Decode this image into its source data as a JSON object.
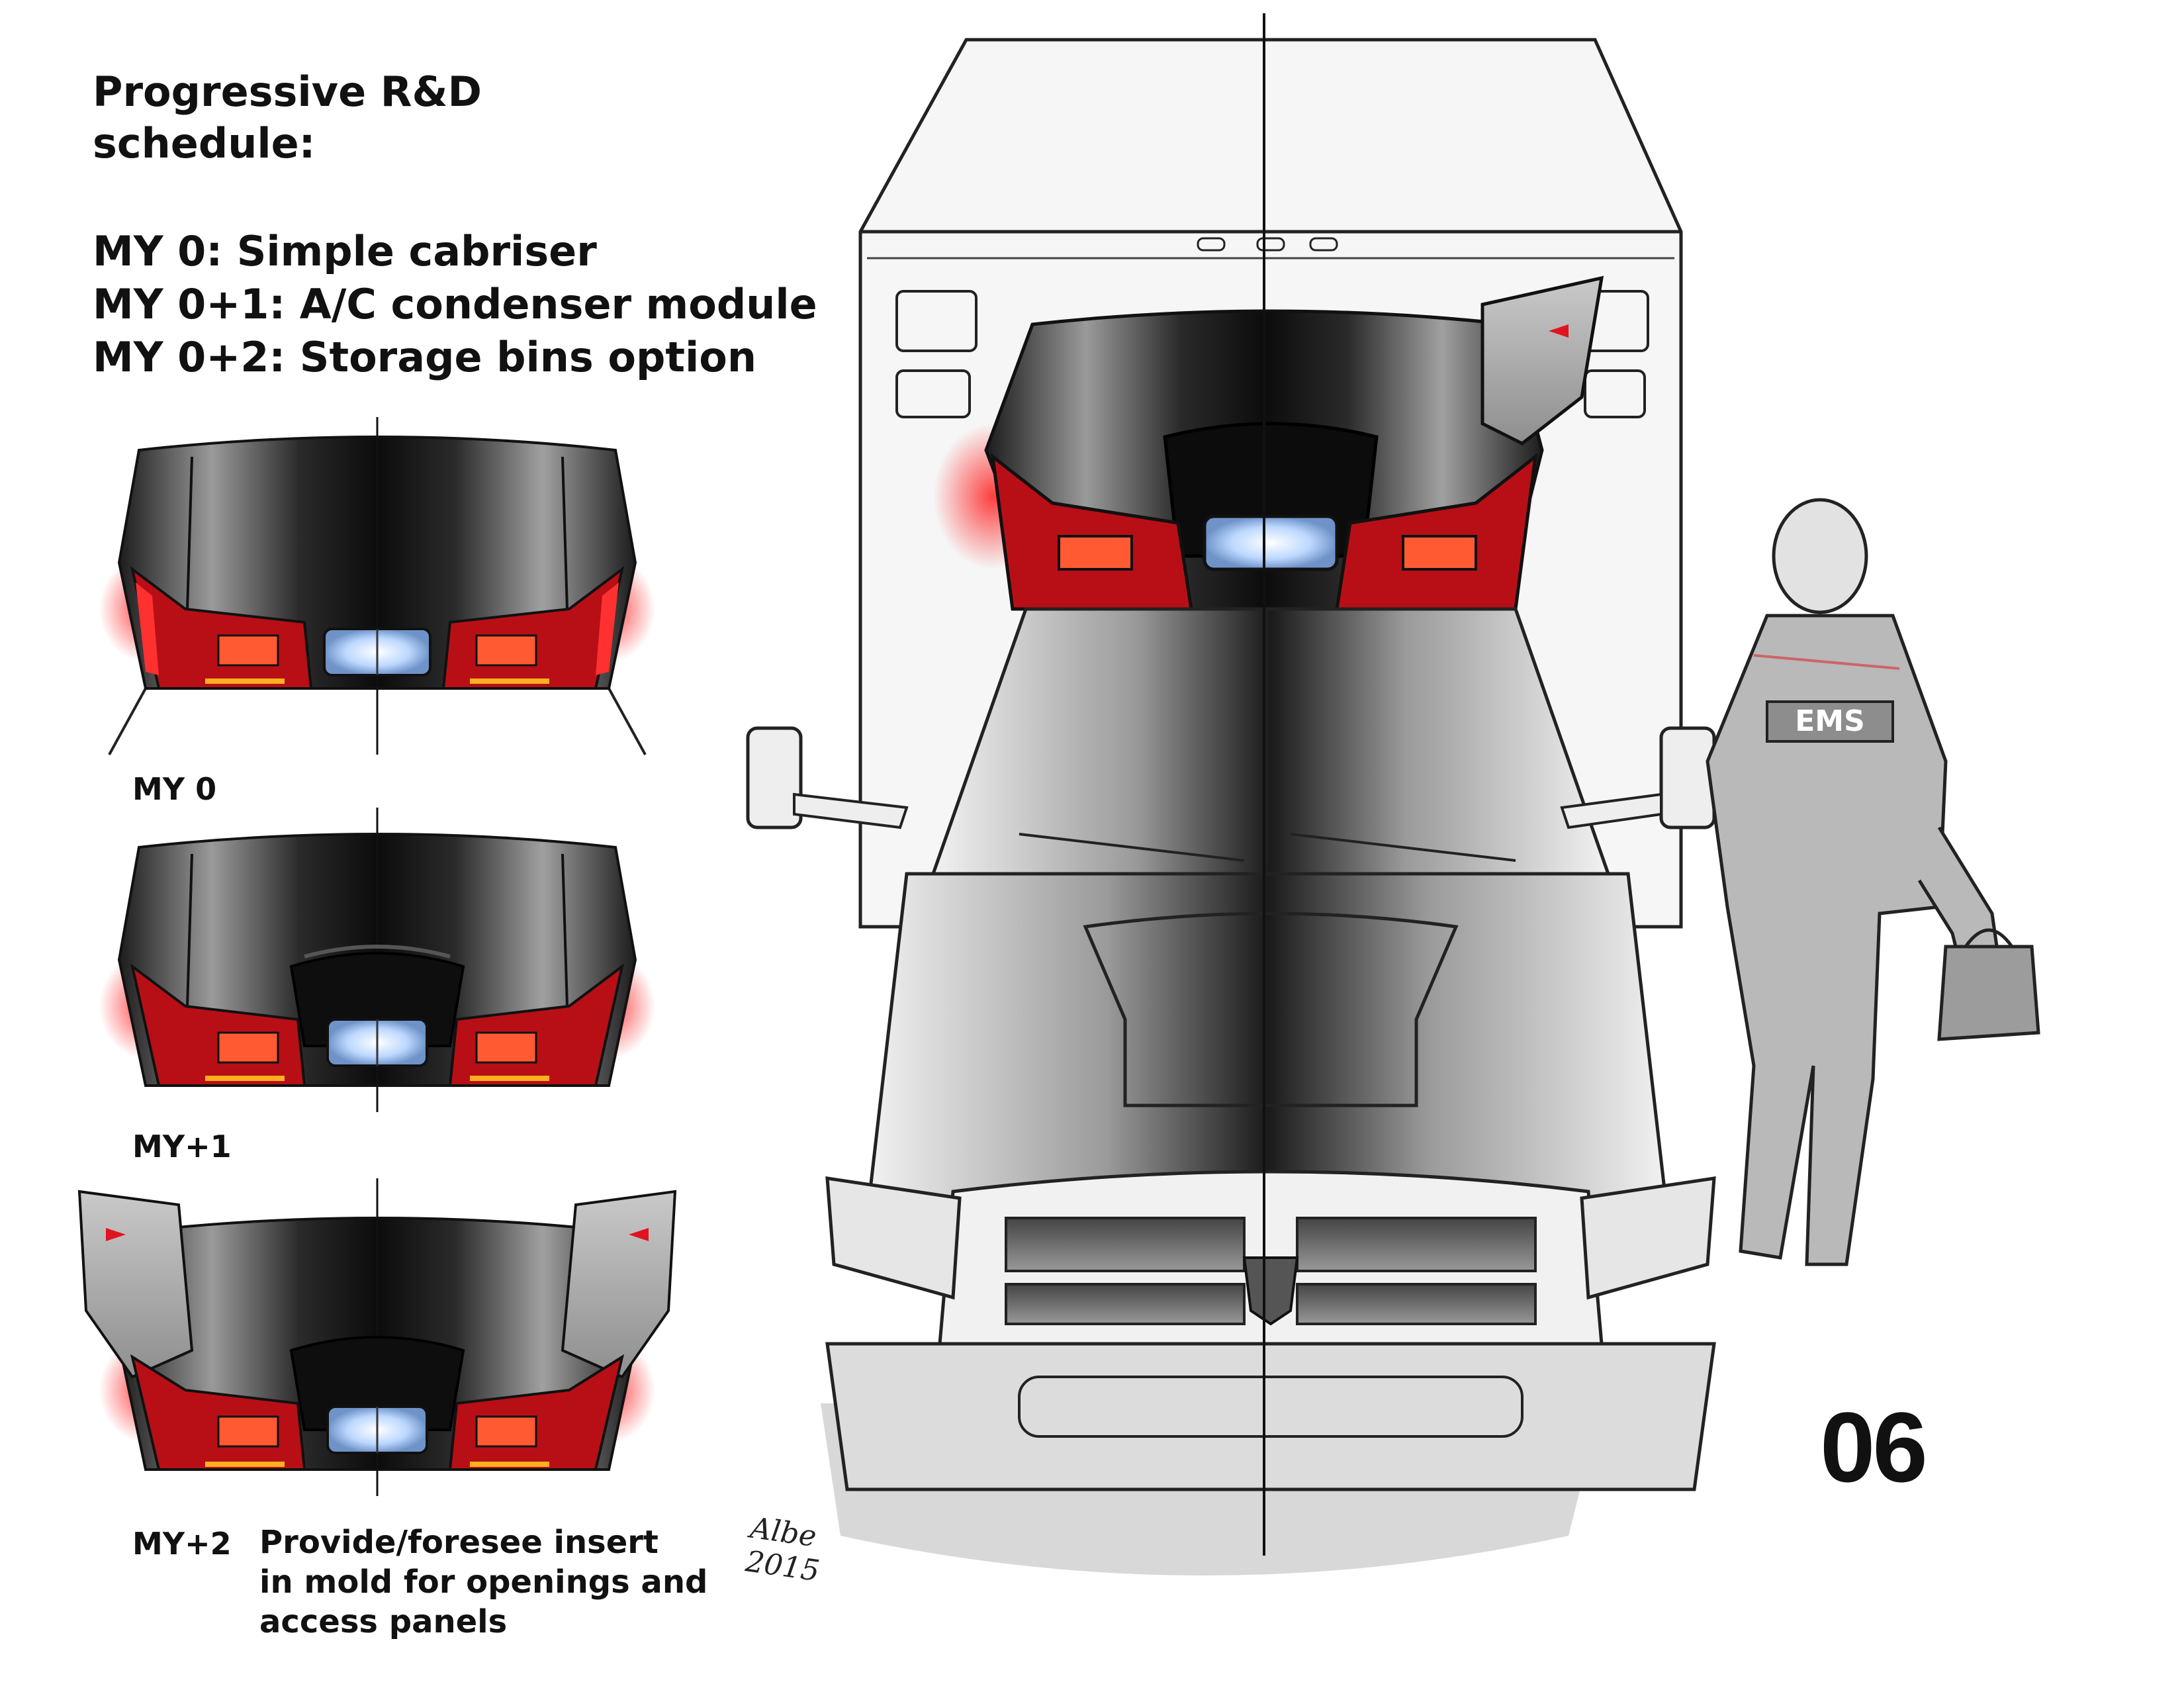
{
  "title": {
    "line1": "Progressive R&D",
    "line2": "schedule:"
  },
  "schedule": [
    "MY 0: Simple cabriser",
    "MY 0+1: A/C condenser module",
    "MY 0+2: Storage bins option"
  ],
  "variants": [
    {
      "caption": "MY 0"
    },
    {
      "caption": "MY+1"
    },
    {
      "caption": "MY+2"
    }
  ],
  "note": {
    "line1": "Provide/foresee insert",
    "line2": "in mold for openings and",
    "line3": "access panels"
  },
  "page_number": "06",
  "signature": {
    "line1": "Albe",
    "line2": "2015"
  },
  "jacket_text": "EMS",
  "colors": {
    "brake_red": "#e0141e",
    "light_blue": "#cfe6ff",
    "dark_shell": "#161616",
    "sketch_line": "#222222"
  }
}
